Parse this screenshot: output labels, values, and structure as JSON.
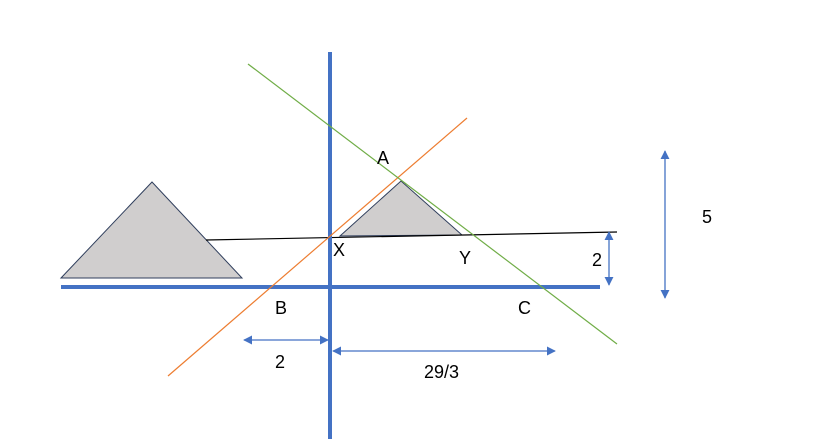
{
  "diagram": {
    "colors": {
      "axis": "#4472C4",
      "orange_line": "#ED7D31",
      "green_line": "#70AD47",
      "triangle_fill": "#D0CECE",
      "triangle_stroke": "#2F3E5C",
      "black_line": "#000000",
      "dimension": "#4472C4"
    },
    "labels": {
      "A": "A",
      "B": "B",
      "C": "C",
      "X": "X",
      "Y": "Y"
    },
    "dimensions": {
      "left_width": "2",
      "right_width": "29/3",
      "small_height": "2",
      "big_height": "5"
    }
  }
}
